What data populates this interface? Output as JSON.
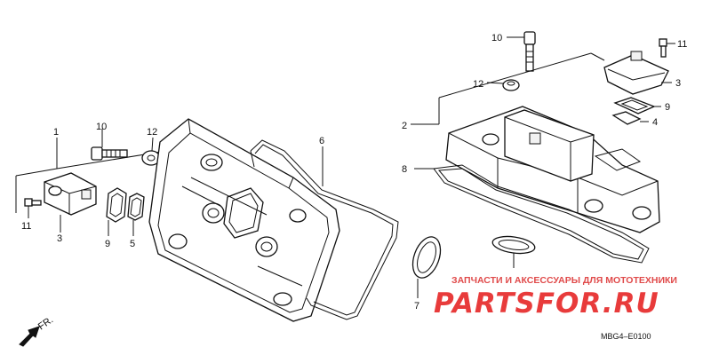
{
  "callouts": {
    "c1": "1",
    "c2": "2",
    "c3_left": "3",
    "c3_right": "3",
    "c4": "4",
    "c5": "5",
    "c6": "6",
    "c7": "7",
    "c8": "8",
    "c9_left": "9",
    "c9_right": "9",
    "c10_left": "10",
    "c10_right": "10",
    "c11_left": "11",
    "c11_right": "11",
    "c12_left": "12",
    "c12_right": "12"
  },
  "direction_label": "FR.",
  "diagram_code": "MBG4–E0100",
  "watermark": {
    "tagline": "ЗАПЧАСТИ И АКСЕССУАРЫ ДЛЯ МОТОТЕХНИКИ",
    "brand": "PARTSFOR.RU",
    "color": "#e83b3b"
  }
}
